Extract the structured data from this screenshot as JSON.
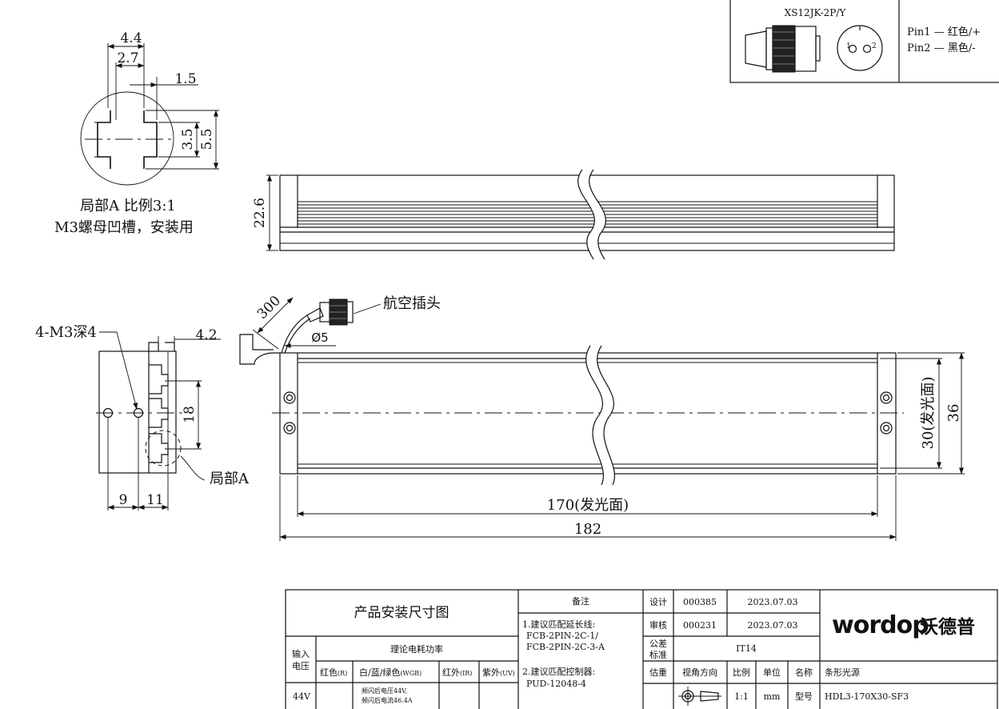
{
  "connector": {
    "model": "XS12JK-2P/Y",
    "pin1": "Pin1 — 红色/+",
    "pin2": "Pin2 — 黑色/-",
    "pin1_num": "1",
    "pin2_num": "2"
  },
  "detail": {
    "dims": [
      "4.4",
      "2.7",
      "1.5",
      "3.5",
      "5.5"
    ],
    "caption_line1": "局部A 比例3:1",
    "caption_line2": "M3螺母凹槽，安装用"
  },
  "top_view": {
    "height_dim": "22.6"
  },
  "side_view": {
    "screw_label": "4-M3深4",
    "dim_4_2": "4.2",
    "dim_18": "18",
    "dim_9": "9",
    "dim_11": "11",
    "detail_label": "局部A"
  },
  "front_view": {
    "cable_length": "300",
    "cable_diameter": "Ø5",
    "connector_label": "航空插头",
    "emit_length": "170(发光面)",
    "total_length": "182",
    "emit_width": "30(发光面)",
    "total_width": "36"
  },
  "title_block": {
    "drawing_title": "产品安装尺寸图",
    "notes_header": "备注",
    "note1_line1": "1.建议匹配延长线:",
    "note1_line2": "FCB-2PIN-2C-1/",
    "note1_line3": "FCB-2PIN-2C-3-A",
    "note2_line1": "2.建议匹配控制器:",
    "note2_line2": "PUD-12048-4",
    "input_voltage_label1": "输入",
    "input_voltage_label2": "电压",
    "power_header": "理论电耗功率",
    "col_red": "红色",
    "col_red_sub": "(R)",
    "col_wgb": "白/蓝/绿色",
    "col_wgb_sub": "(WGB)",
    "col_ir": "红外",
    "col_ir_sub": "(IR)",
    "col_uv": "紫外",
    "col_uv_sub": "(UV)",
    "voltage_value": "44V",
    "wgb_note1": "频闪后电压44V,",
    "wgb_note2": "频闪后电流46.4A",
    "design_label": "设计",
    "design_id": "000385",
    "design_date": "2023.07.03",
    "review_label": "审核",
    "review_id": "000231",
    "review_date": "2023.07.03",
    "tolerance_label1": "公差",
    "tolerance_label2": "标准",
    "tolerance_value": "IT14",
    "weight_label": "估重",
    "view_dir_label": "视角方向",
    "scale_label": "比例",
    "unit_label": "单位",
    "name_label": "名称",
    "name_value": "条形光源",
    "scale_value": "1:1",
    "unit_value": "mm",
    "model_label": "型号",
    "model_value": "HDL3-170X30-SF3",
    "logo_text": "wordop",
    "logo_cn": "沃德普"
  }
}
